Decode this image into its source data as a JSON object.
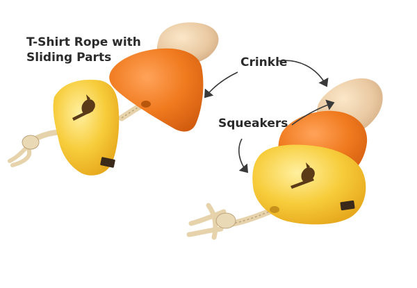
{
  "labels": {
    "rope_line1": "T-Shirt Rope with",
    "rope_line2": "Sliding Parts",
    "crinkle": "Crinkle",
    "squeakers": "Squeakers"
  },
  "colors": {
    "yellow": "#f7cd3c",
    "orange": "#f07a1e",
    "tan": "#e9c9a2",
    "rope": "#ead9b5",
    "arrow": "#3a3a3a"
  }
}
